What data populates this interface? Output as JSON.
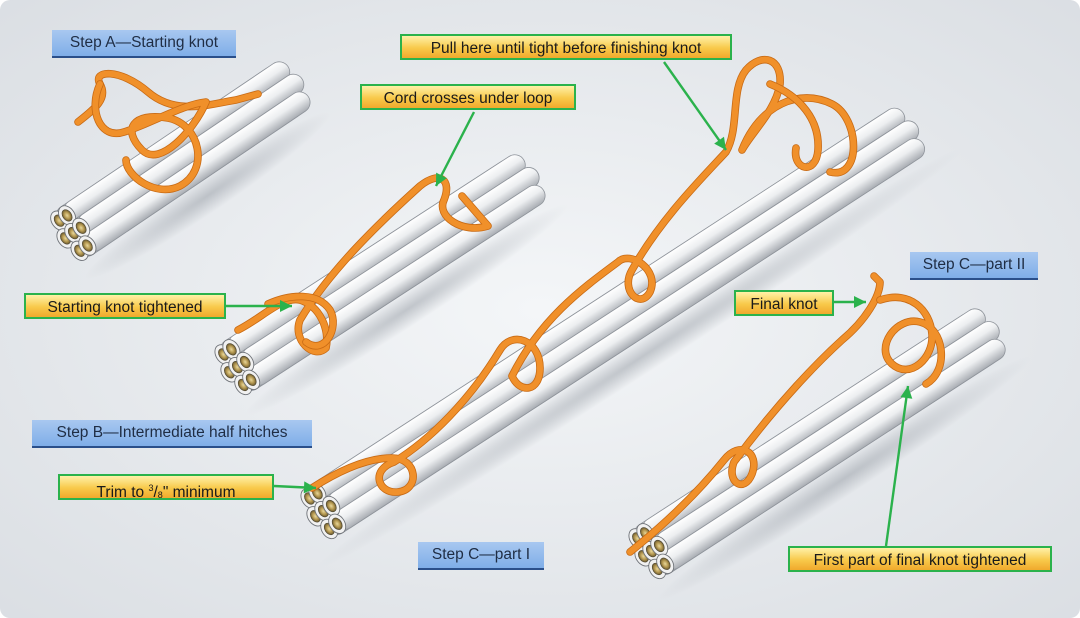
{
  "steps": {
    "a": "Step A—Starting knot",
    "b": "Step B—Intermediate half hitches",
    "c1": "Step C—part I",
    "c2": "Step C—part II"
  },
  "callouts": {
    "pull_here": "Pull here until tight before finishing knot",
    "cord_crosses": "Cord crosses under loop",
    "starting_knot_tightened": "Starting knot tightened",
    "trim_prefix": "Trim to ",
    "trim_num": "3",
    "trim_den": "8",
    "trim_suffix": "\" minimum",
    "final_knot": "Final knot",
    "first_part": "First part of final knot tightened"
  },
  "colors": {
    "cord": "#f0902a",
    "callout_border": "#2bb24c",
    "step_label": "#8db8ec",
    "background": "#e9ecef"
  }
}
